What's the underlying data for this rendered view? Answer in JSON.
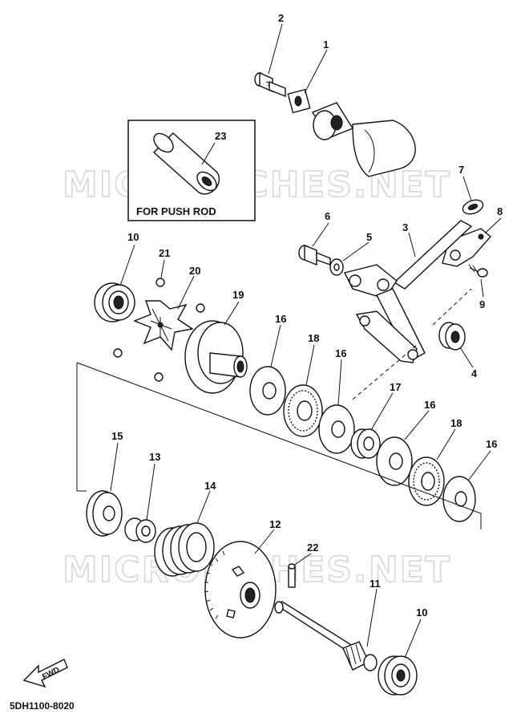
{
  "watermarks": [
    "MICROFICHES.NET",
    "MICROFICHES.NET"
  ],
  "inset_label": "FOR PUSH ROD",
  "diagram_code": "5DH1100-8020",
  "fwd_label": "FWD",
  "callouts": {
    "c1": "1",
    "c2": "2",
    "c3": "3",
    "c4": "4",
    "c5": "5",
    "c6": "6",
    "c7": "7",
    "c8": "8",
    "c9": "9",
    "c10a": "10",
    "c10b": "10",
    "c11": "11",
    "c12": "12",
    "c13": "13",
    "c14": "14",
    "c15": "15",
    "c16a": "16",
    "c16b": "16",
    "c16c": "16",
    "c16d": "16",
    "c17": "17",
    "c18a": "18",
    "c18b": "18",
    "c19": "19",
    "c20": "20",
    "c21": "21",
    "c22": "22",
    "c23": "23"
  }
}
